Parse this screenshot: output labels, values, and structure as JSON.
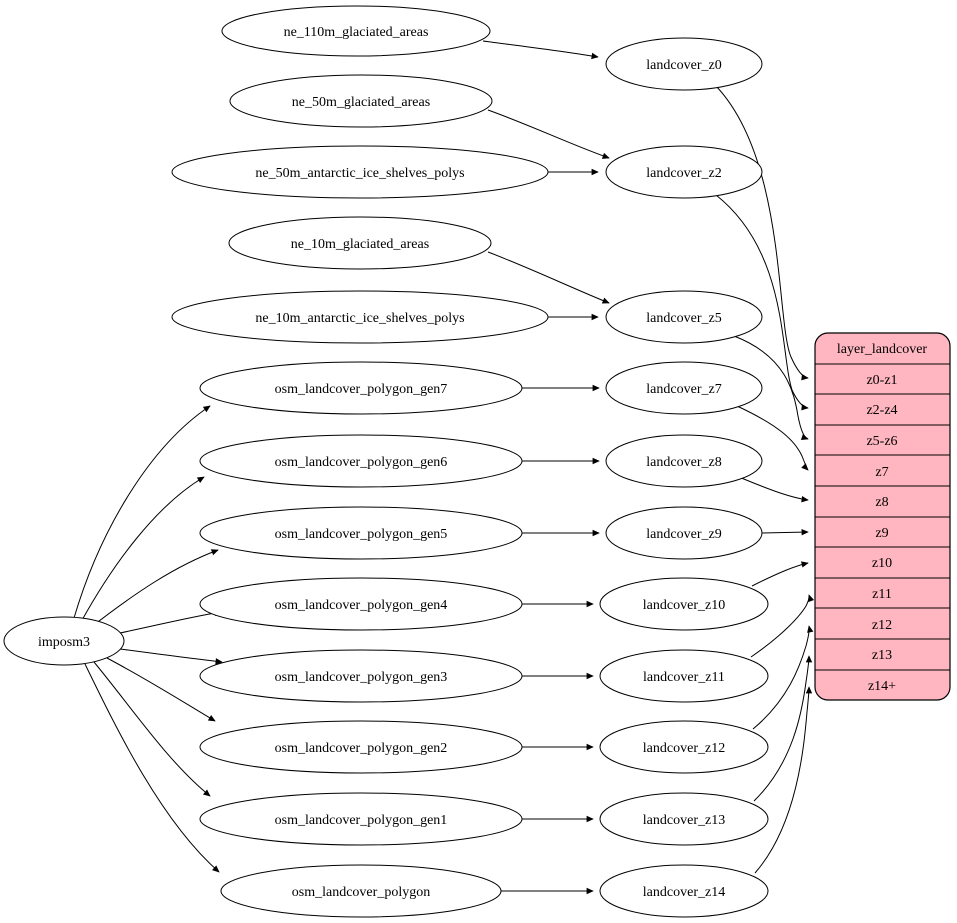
{
  "nodes": {
    "imposm3": "imposm3",
    "ne_110m_glaciated_areas": "ne_110m_glaciated_areas",
    "ne_50m_glaciated_areas": "ne_50m_glaciated_areas",
    "ne_50m_antarctic_ice_shelves_polys": "ne_50m_antarctic_ice_shelves_polys",
    "ne_10m_glaciated_areas": "ne_10m_glaciated_areas",
    "ne_10m_antarctic_ice_shelves_polys": "ne_10m_antarctic_ice_shelves_polys",
    "osm_landcover_polygon_gen7": "osm_landcover_polygon_gen7",
    "osm_landcover_polygon_gen6": "osm_landcover_polygon_gen6",
    "osm_landcover_polygon_gen5": "osm_landcover_polygon_gen5",
    "osm_landcover_polygon_gen4": "osm_landcover_polygon_gen4",
    "osm_landcover_polygon_gen3": "osm_landcover_polygon_gen3",
    "osm_landcover_polygon_gen2": "osm_landcover_polygon_gen2",
    "osm_landcover_polygon_gen1": "osm_landcover_polygon_gen1",
    "osm_landcover_polygon": "osm_landcover_polygon",
    "landcover_z0": "landcover_z0",
    "landcover_z2": "landcover_z2",
    "landcover_z5": "landcover_z5",
    "landcover_z7": "landcover_z7",
    "landcover_z8": "landcover_z8",
    "landcover_z9": "landcover_z9",
    "landcover_z10": "landcover_z10",
    "landcover_z11": "landcover_z11",
    "landcover_z12": "landcover_z12",
    "landcover_z13": "landcover_z13",
    "landcover_z14": "landcover_z14"
  },
  "table": {
    "title": "layer_landcover",
    "rows": [
      "z0-z1",
      "z2-z4",
      "z5-z6",
      "z7",
      "z8",
      "z9",
      "z10",
      "z11",
      "z12",
      "z13",
      "z14+"
    ]
  },
  "colors": {
    "table_fill": "#ffb6c1",
    "node_fill": "#ffffff",
    "stroke": "#000000"
  }
}
